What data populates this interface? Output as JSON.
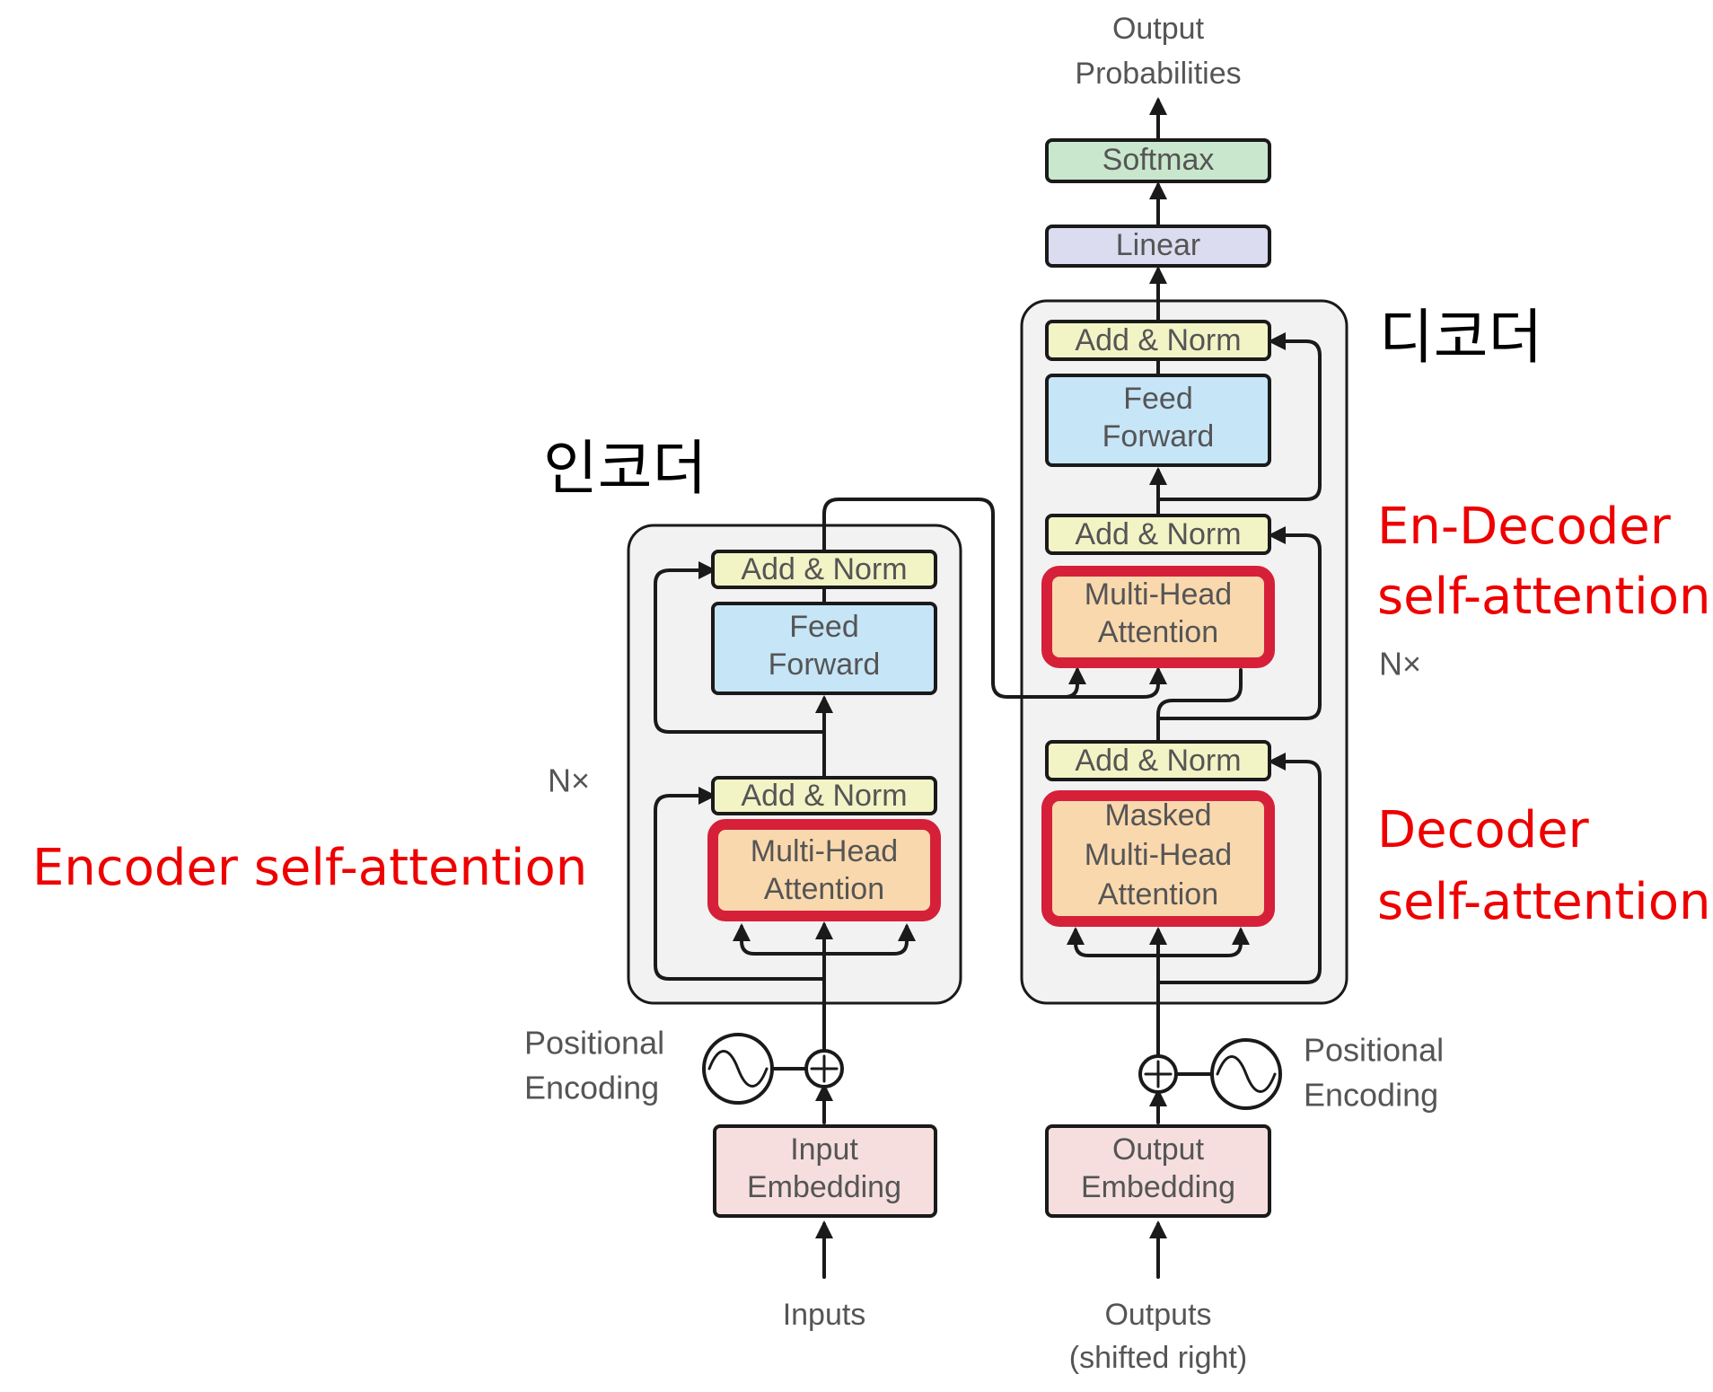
{
  "outputs_top": {
    "line1": "Output",
    "line2": "Probabilities"
  },
  "decoder_head": {
    "softmax": "Softmax",
    "linear": "Linear"
  },
  "encoder": {
    "title": "인코더",
    "repeat": "N×",
    "add_norm_top": "Add & Norm",
    "feed_forward": {
      "line1": "Feed",
      "line2": "Forward"
    },
    "add_norm_bottom": "Add & Norm",
    "attention": {
      "line1": "Multi-Head",
      "line2": "Attention"
    },
    "positional_encoding": {
      "line1": "Positional",
      "line2": "Encoding"
    },
    "embedding": {
      "line1": "Input",
      "line2": "Embedding"
    },
    "input_label": "Inputs"
  },
  "decoder": {
    "title": "디코더",
    "repeat": "N×",
    "add_norm_top": "Add & Norm",
    "feed_forward": {
      "line1": "Feed",
      "line2": "Forward"
    },
    "add_norm_middle": "Add & Norm",
    "cross_attention": {
      "line1": "Multi-Head",
      "line2": "Attention"
    },
    "add_norm_bottom": "Add & Norm",
    "masked_attention": {
      "line1": "Masked",
      "line2": "Multi-Head",
      "line3": "Attention"
    },
    "positional_encoding": {
      "line1": "Positional",
      "line2": "Encoding"
    },
    "embedding": {
      "line1": "Output",
      "line2": "Embedding"
    },
    "output_label": {
      "line1": "Outputs",
      "line2": "(shifted right)"
    }
  },
  "annotations": {
    "encoder_self_attention": "Encoder self-attention",
    "en_decoder_line1": "En-Decoder",
    "en_decoder_line2": "self-attention",
    "decoder_line1": "Decoder",
    "decoder_line2": "self-attention"
  },
  "colors": {
    "highlight": "#d6203a",
    "annotation_text": "#ee0000",
    "add_norm": "#f3f4c6",
    "feed_forward": "#c6e5f6",
    "attention": "#f9d8ad",
    "embedding": "#f6dede",
    "softmax": "#c9e7cc",
    "linear": "#dcdcf0"
  }
}
